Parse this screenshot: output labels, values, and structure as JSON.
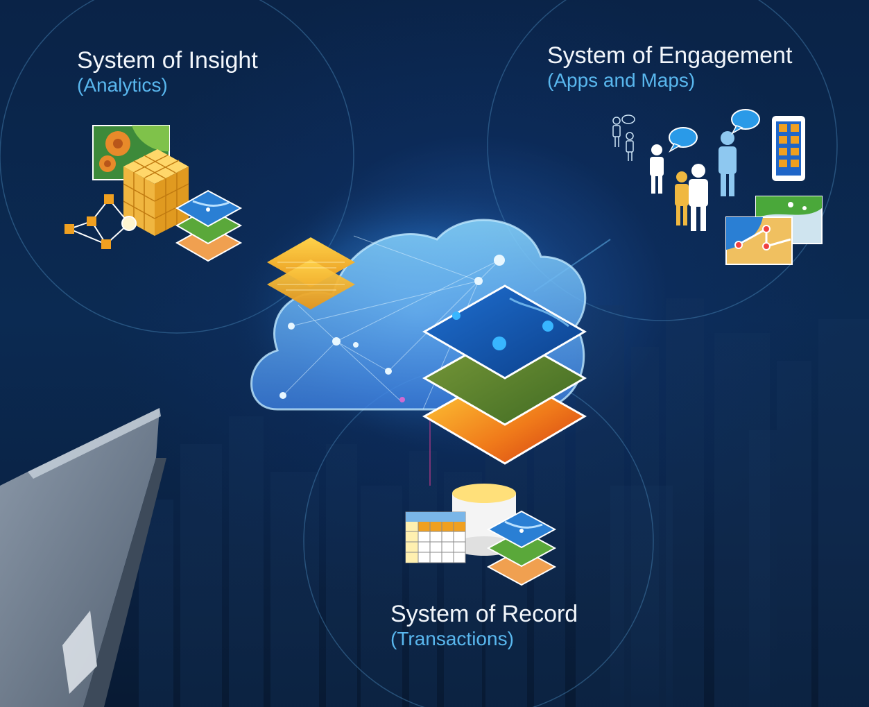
{
  "systems": {
    "insight": {
      "title": "System of Insight",
      "subtitle": "(Analytics)"
    },
    "engagement": {
      "title": "System of Engagement",
      "subtitle": "(Apps and Maps)"
    },
    "record": {
      "title": "System of Record",
      "subtitle": "(Transactions)"
    }
  },
  "icons": {
    "insight": [
      "map-tile-icon",
      "data-cube-icon",
      "network-graph-icon",
      "map-layers-icon"
    ],
    "engagement": [
      "people-icon",
      "speech-bubble-icon",
      "mobile-app-icon",
      "map-tiles-icon"
    ],
    "record": [
      "spreadsheet-icon",
      "database-icon",
      "map-layers-icon"
    ],
    "center": [
      "cloud-icon",
      "imagery-layers-icon",
      "gold-layers-icon"
    ]
  },
  "colors": {
    "background": "#0a2347",
    "title_text": "#f2f6fb",
    "subtitle_text": "#59b7ee",
    "accent_orange": "#f0a020",
    "accent_blue": "#2a7fd4"
  }
}
